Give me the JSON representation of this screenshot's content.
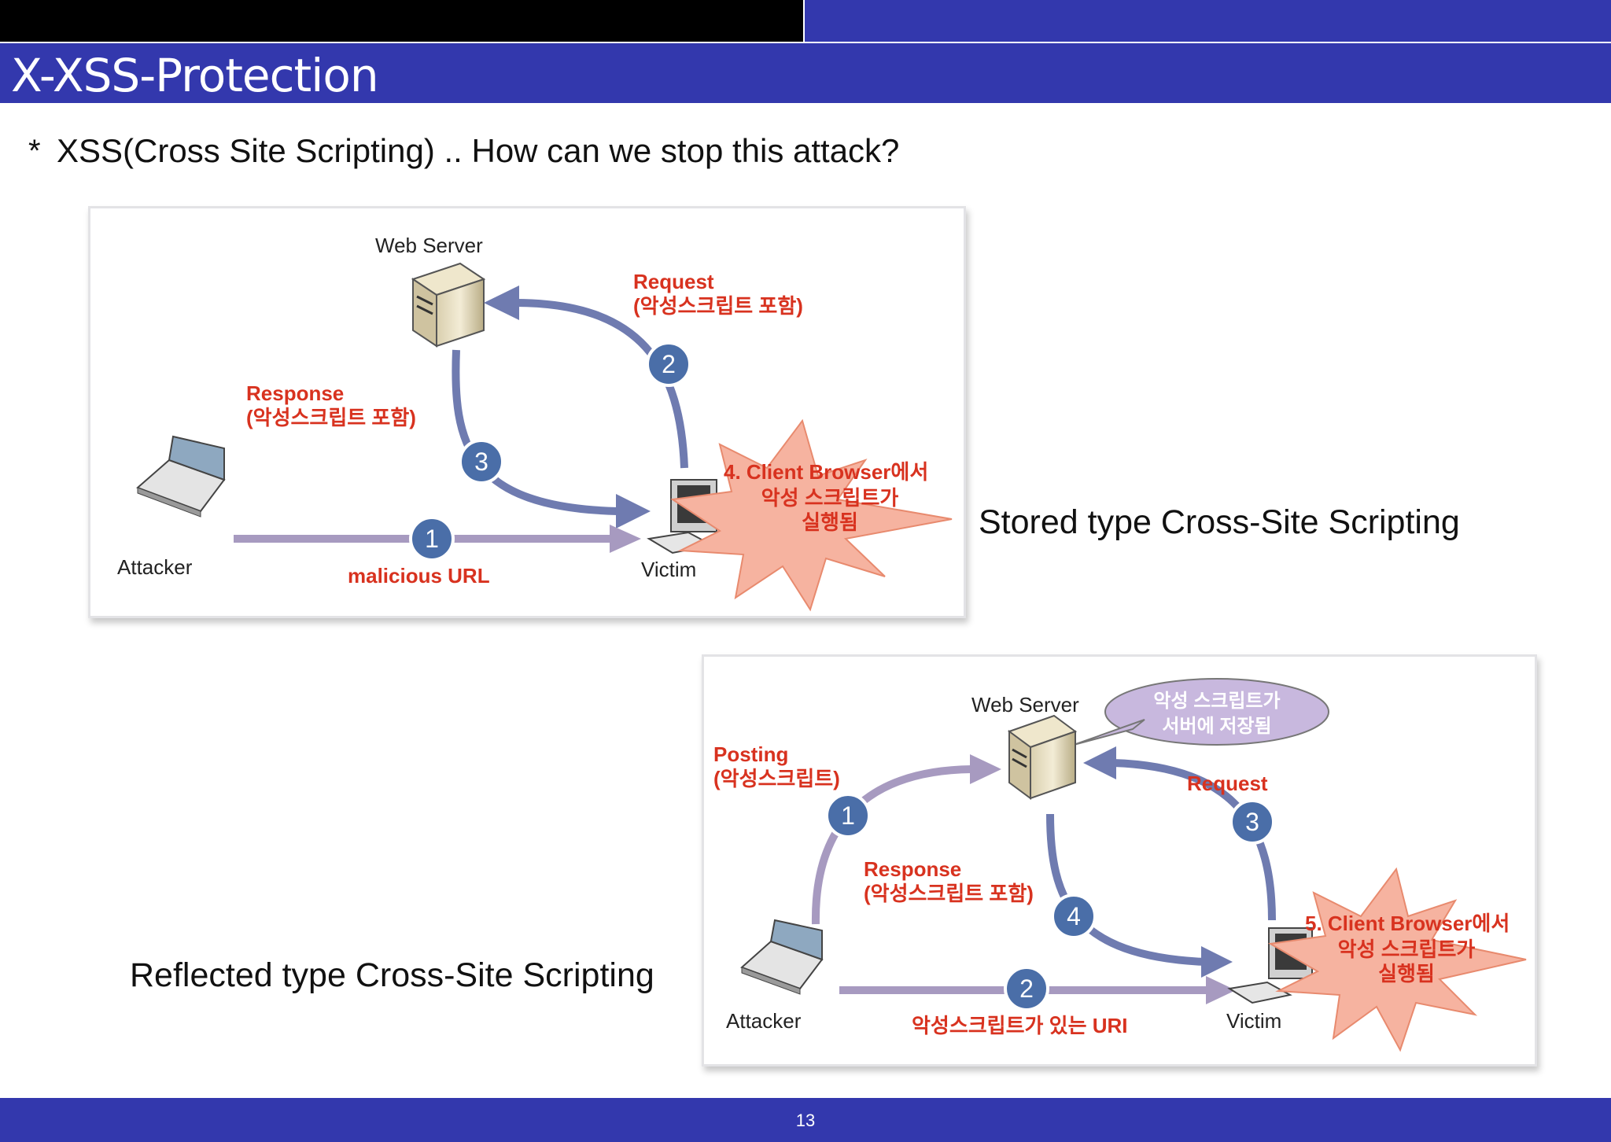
{
  "header": {
    "title": "X-XSS-Protection"
  },
  "bullet": {
    "marker": "*",
    "text": "XSS(Cross Site Scripting) .. How can we stop this attack?"
  },
  "diagram1": {
    "caption": "Stored type Cross-Site Scripting",
    "server_label": "Web Server",
    "attacker_label": "Attacker",
    "victim_label": "Victim",
    "request_line1": "Request",
    "request_line2": "(악성스크립트 포함)",
    "response_line1": "Response",
    "response_line2": "(악성스크립트 포함)",
    "url_label": "malicious URL",
    "burst_line1": "4. Client Browser에서",
    "burst_line2": "악성 스크립트가",
    "burst_line3": "실행됨",
    "step1": "1",
    "step2": "2",
    "step3": "3"
  },
  "diagram2": {
    "caption": "Reflected type Cross-Site Scripting",
    "server_label": "Web Server",
    "attacker_label": "Attacker",
    "victim_label": "Victim",
    "bubble_line1": "악성 스크립트가",
    "bubble_line2": "서버에 저장됨",
    "posting_line1": "Posting",
    "posting_line2": "(악성스크립트)",
    "request_label": "Request",
    "response_line1": "Response",
    "response_line2": "(악성스크립트 포함)",
    "uri_label": "악성스크립트가 있는 URI",
    "burst_line1": "5. Client Browser에서",
    "burst_line2": "악성 스크립트가",
    "burst_line3": "실행됨",
    "step1": "1",
    "step2": "2",
    "step3": "3",
    "step4": "4"
  },
  "footer": {
    "page_number": "13"
  },
  "colors": {
    "bar": "#3338ad",
    "accent_red": "#d8321f",
    "step_circle": "#4a6ea8",
    "burst": "#f6b3a0"
  }
}
